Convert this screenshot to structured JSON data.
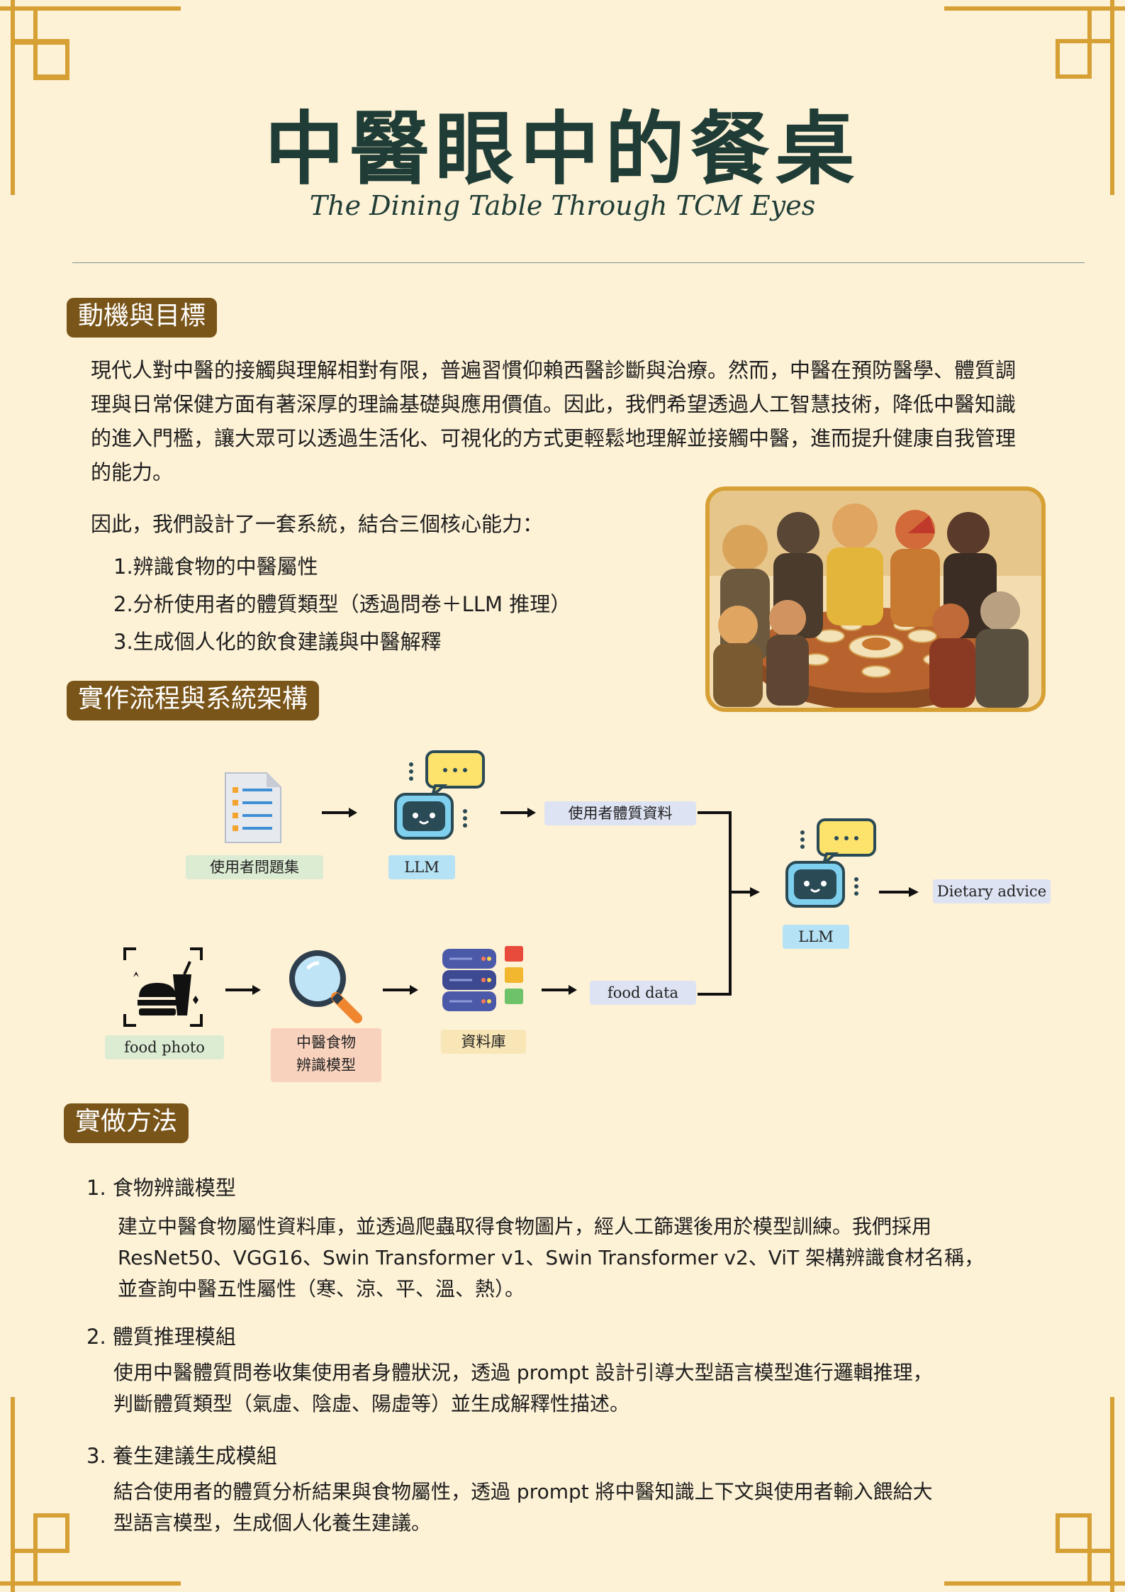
{
  "header": {
    "title": "中醫眼中的餐桌",
    "subtitle": "The Dining Table Through TCM Eyes"
  },
  "sections": {
    "motivation": {
      "heading": "動機與目標",
      "paragraph": "現代人對中醫的接觸與理解相對有限，普遍習慣仰賴西醫診斷與治療。然而，中醫在預防醫學、體質調理與日常保健方面有著深厚的理論基礎與應用價值。因此，我們希望透過人工智慧技術，降低中醫知識的進入門檻，讓大眾可以透過生活化、可視化的方式更輕鬆地理解並接觸中醫，進而提升健康自我管理的能力。",
      "intro": "因此，我們設計了一套系統，結合三個核心能力：",
      "items": [
        "1.辨識食物的中醫屬性",
        "2.分析使用者的體質類型（透過問卷＋LLM 推理）",
        "3.生成個人化的飲食建議與中醫解釋"
      ]
    },
    "architecture": {
      "heading": "實作流程與系統架構",
      "flow": {
        "questionnaire": "使用者問題集",
        "llm1": "LLM",
        "user_data": "使用者體質資料",
        "llm2": "LLM",
        "dietary_advice": "Dietary advice",
        "food_photo": "food photo",
        "model_line1": "中醫食物",
        "model_line2": "辨識模型",
        "database": "資料庫",
        "food_data": "food data"
      }
    },
    "method": {
      "heading": "實做方法",
      "items": [
        {
          "title": "1. 食物辨識模型",
          "lines": [
            "建立中醫食物屬性資料庫，並透過爬蟲取得食物圖片，經人工篩選後用於模型訓練。我們採用",
            "ResNet50、VGG16、Swin Transformer v1、Swin Transformer v2、ViT 架構辨識食材名稱，",
            "並查詢中醫五性屬性（寒、涼、平、溫、熱）。"
          ]
        },
        {
          "title": "2. 體質推理模組",
          "lines": [
            "使用中醫體質問卷收集使用者身體狀況，透過 prompt 設計引導大型語言模型進行邏輯推理，",
            "判斷體質類型（氣虛、陰虛、陽虛等）並生成解釋性描述。"
          ]
        },
        {
          "title": "3. 養生建議生成模組",
          "lines": [
            "結合使用者的體質分析結果與食物屬性，透過 prompt 將中醫知識上下文與使用者輸入餵給大",
            "型語言模型，生成個人化養生建議。"
          ]
        }
      ]
    }
  },
  "colors": {
    "background": "#fdf1d6",
    "gold_frame": "#d6a035",
    "heading_bg": "#7a5519",
    "title": "#1f3d36"
  },
  "icons": [
    "document-icon",
    "robot-icon",
    "speech-bubble-icon",
    "food-scan-icon",
    "magnifier-icon",
    "database-icon"
  ]
}
